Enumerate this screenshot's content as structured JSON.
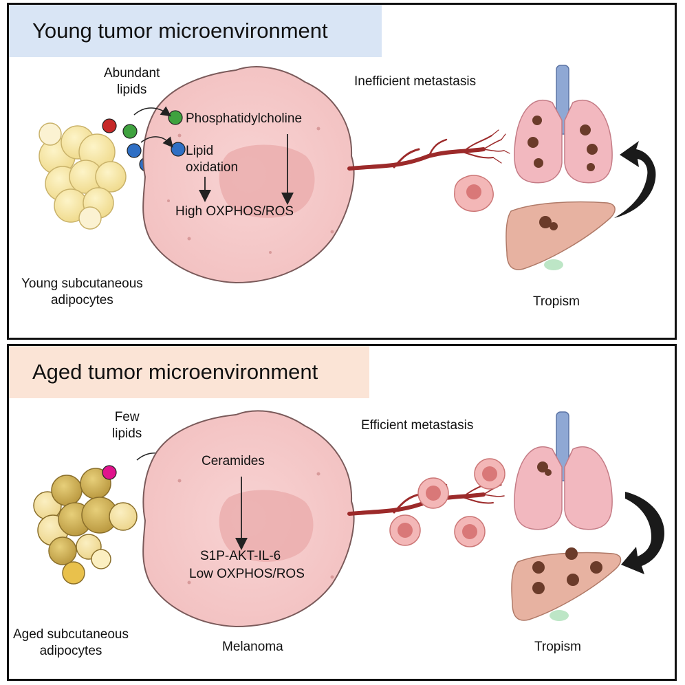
{
  "young": {
    "title": "Young tumor microenvironment",
    "lipid_label": "Abundant\nlipids",
    "lipid_1": "Phosphatidylcholine",
    "lipid_2": "Lipid\noxidation",
    "result": "High OXPHOS/ROS",
    "adipocyte_label": "Young subcutaneous\nadipocytes",
    "metastasis": "Inefficient metastasis",
    "tropism": "Tropism",
    "colors": {
      "lipid_red": "#c62828",
      "lipid_green": "#3fa23f",
      "lipid_blue": "#2f6fc4",
      "fat": "#f6e7a9"
    }
  },
  "aged": {
    "title": "Aged tumor microenvironment",
    "lipid_label": "Few\nlipids",
    "lipid_1": "Ceramides",
    "result_1": "S1P-AKT-IL-6",
    "result_2": "Low OXPHOS/ROS",
    "adipocyte_label": "Aged subcutaneous\nadipocytes",
    "cell_label": "Melanoma",
    "metastasis": "Efficient metastasis",
    "tropism": "Tropism",
    "colors": {
      "lipid_magenta": "#e0138c",
      "fat": "#c9a94e"
    }
  },
  "icons": [
    "fat-cell-cluster-icon",
    "melanoma-cell-icon",
    "blood-vessel-icon",
    "tumor-cell-icon",
    "lung-icon",
    "liver-icon",
    "curved-arrow-icon"
  ]
}
